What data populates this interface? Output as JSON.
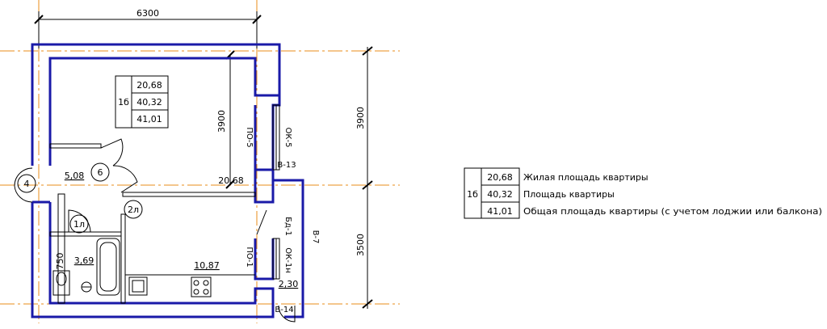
{
  "dimensions": {
    "top_width": "6300",
    "right_upper": "3900",
    "right_lower": "3500",
    "inner_vertical": "3900",
    "niche_width": "750"
  },
  "apartment_table": {
    "type": "1б",
    "living_area": "20,68",
    "total_area": "40,32",
    "total_with_balcony": "41,01"
  },
  "legend": {
    "type": "1б",
    "rows": [
      {
        "value": "20,68",
        "description": "Жилая площадь квартиры"
      },
      {
        "value": "40,32",
        "description": "Площадь квартиры"
      },
      {
        "value": "41,01",
        "description": "Общая площадь квартиры (с учетом лоджии или балкона)"
      }
    ]
  },
  "rooms": {
    "hall_area": "5,08",
    "bath_area": "3,69",
    "kitchen_area": "10,87",
    "living_area": "20,68",
    "balcony_area": "2,30"
  },
  "doors": {
    "d4": "4",
    "d6": "6",
    "d2l": "2л",
    "d1l": "1л"
  },
  "openings": {
    "po5": "ПО-5",
    "ok5": "ОК-5",
    "po1": "ПО-1",
    "ok1": "ОК-1н",
    "bd1": "Бд-1",
    "v13": "В-13",
    "v7": "В-7",
    "v14": "В-14"
  },
  "colors": {
    "wall": "#1a1aa8",
    "axis": "#e88c1a",
    "line": "#000000"
  }
}
